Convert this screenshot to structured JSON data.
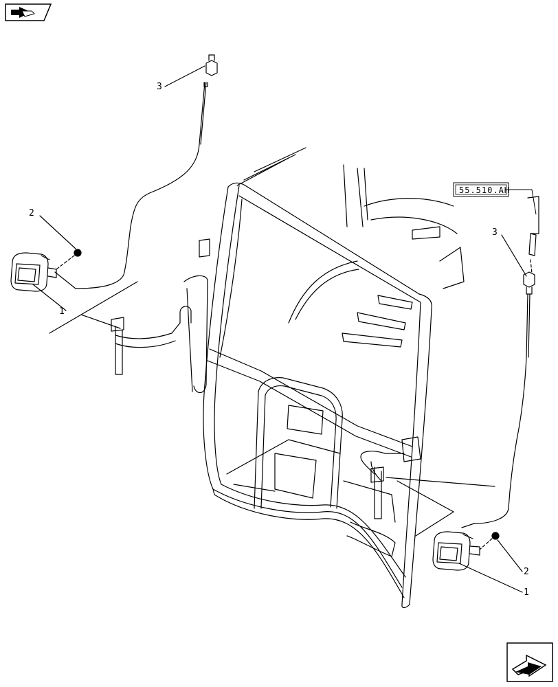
{
  "reference_tag": "55.510.AH",
  "callouts": {
    "light_left": "1",
    "screw_left": "2",
    "connector_left": "3",
    "light_right": "1",
    "screw_right": "2",
    "connector_right": "3"
  },
  "nav": {
    "back_icon": "pencil-arrow-icon",
    "next_icon": "next-arrow-icon"
  }
}
